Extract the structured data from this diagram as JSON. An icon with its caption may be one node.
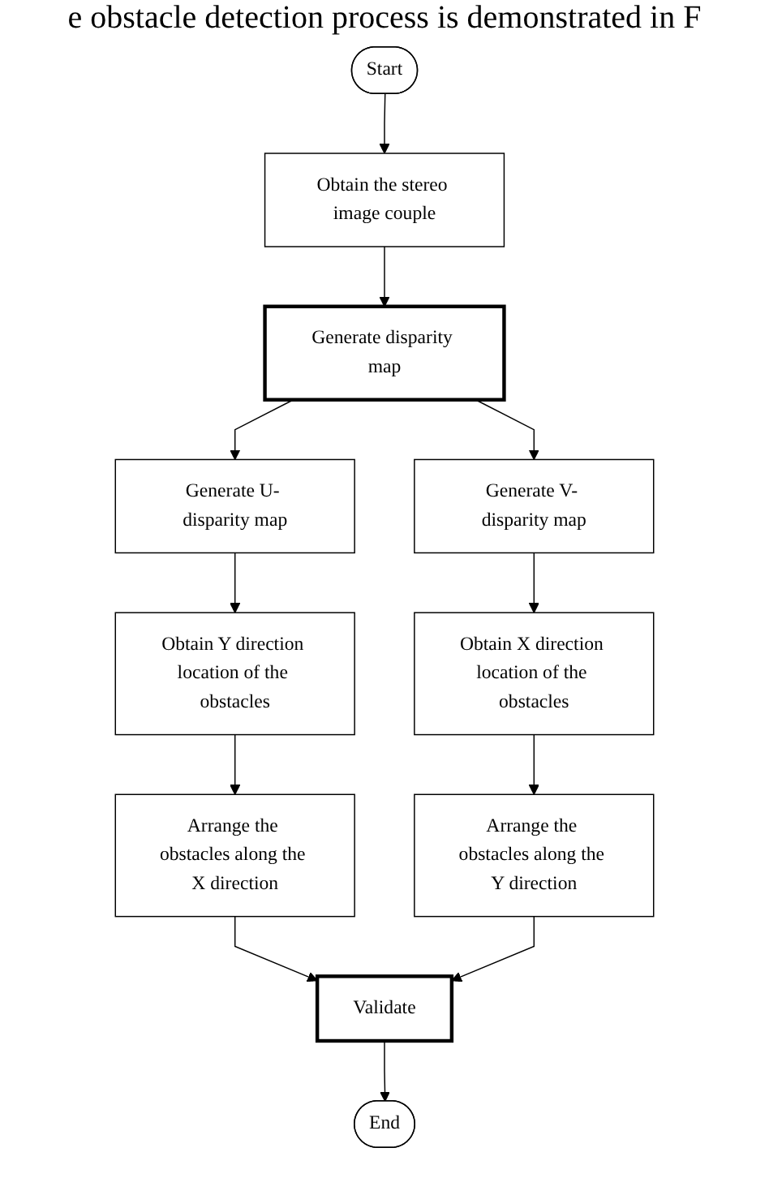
{
  "diagram": {
    "nodes": [
      {
        "text": [
          "Start"
        ]
      },
      {
        "text": [
          "Obtain the stereo image couple"
        ]
      },
      {
        "text": [
          "Generate disparity map"
        ]
      },
      {
        "text": [
          "Generate U- disparity map"
        ]
      },
      {
        "text": [
          "Generate V- disparity map"
        ]
      },
      {
        "text": [
          "Obtain Y direction location of the obstacles"
        ]
      },
      {
        "text": [
          "Obtain X direction location of the obstacles"
        ]
      },
      {
        "text": [
          "Arrange the obstacles along the X direction"
        ]
      },
      {
        "text": [
          "Arrange the obstacles along the Y direction"
        ]
      },
      {
        "text": [
          "Validate"
        ]
      },
      {
        "text": [
          "End"
        ]
      }
    ],
    "edges": [
      {
        "from": 0,
        "to": 1,
        "arrow": "to"
      },
      {
        "from": 1,
        "to": 2,
        "arrow": "to"
      },
      {
        "from": 2,
        "to": 3,
        "arrow": "to"
      },
      {
        "from": 2,
        "to": 4,
        "arrow": "to"
      },
      {
        "from": 3,
        "to": 5,
        "arrow": "to"
      },
      {
        "from": 4,
        "to": 6,
        "arrow": "to"
      },
      {
        "from": 5,
        "to": 7,
        "arrow": "to"
      },
      {
        "from": 6,
        "to": 8,
        "arrow": "to"
      },
      {
        "from": 7,
        "to": 9,
        "arrow": "to"
      },
      {
        "from": 8,
        "to": 9,
        "arrow": "to"
      },
      {
        "from": 9,
        "to": 10,
        "arrow": "to"
      }
    ],
    "labels": [
      "e obstacle detection process is demonstrated in F"
    ]
  }
}
